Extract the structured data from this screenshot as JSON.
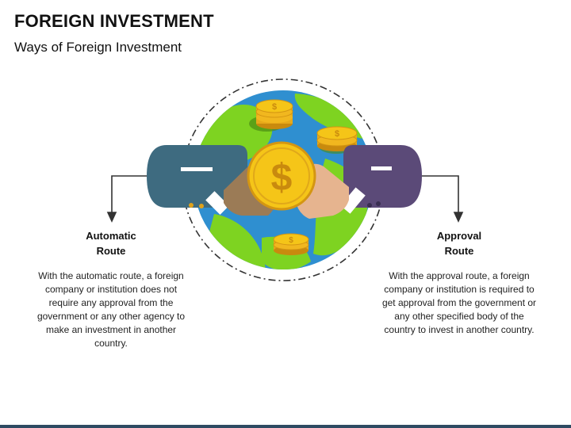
{
  "header": {
    "title": "FOREIGN INVESTMENT",
    "subtitle": "Ways of Foreign Investment"
  },
  "routes": [
    {
      "title_line1": "Automatic",
      "title_line2": "Route",
      "description": "With the automatic route, a foreign company or institution does not require any approval from the government or any other agency to make an investment in another country."
    },
    {
      "title_line1": "Approval",
      "title_line2": "Route",
      "description": "With the approval route, a foreign company or institution is required to get approval from the government or any other specified body of the country to invest in another country."
    }
  ],
  "icons": {
    "center_coin_symbol": "$",
    "small_coin_symbol": "$"
  },
  "colors": {
    "ocean": "#2f8fd0",
    "land": "#7ed321",
    "coin": "#f5c518",
    "coin_dark": "#c98a0e",
    "left_sleeve": "#3e6b80",
    "right_sleeve": "#5b4a78",
    "left_hand": "#9b7b56",
    "right_hand": "#e6b48f",
    "bottom_bar": "#2e4a62"
  }
}
